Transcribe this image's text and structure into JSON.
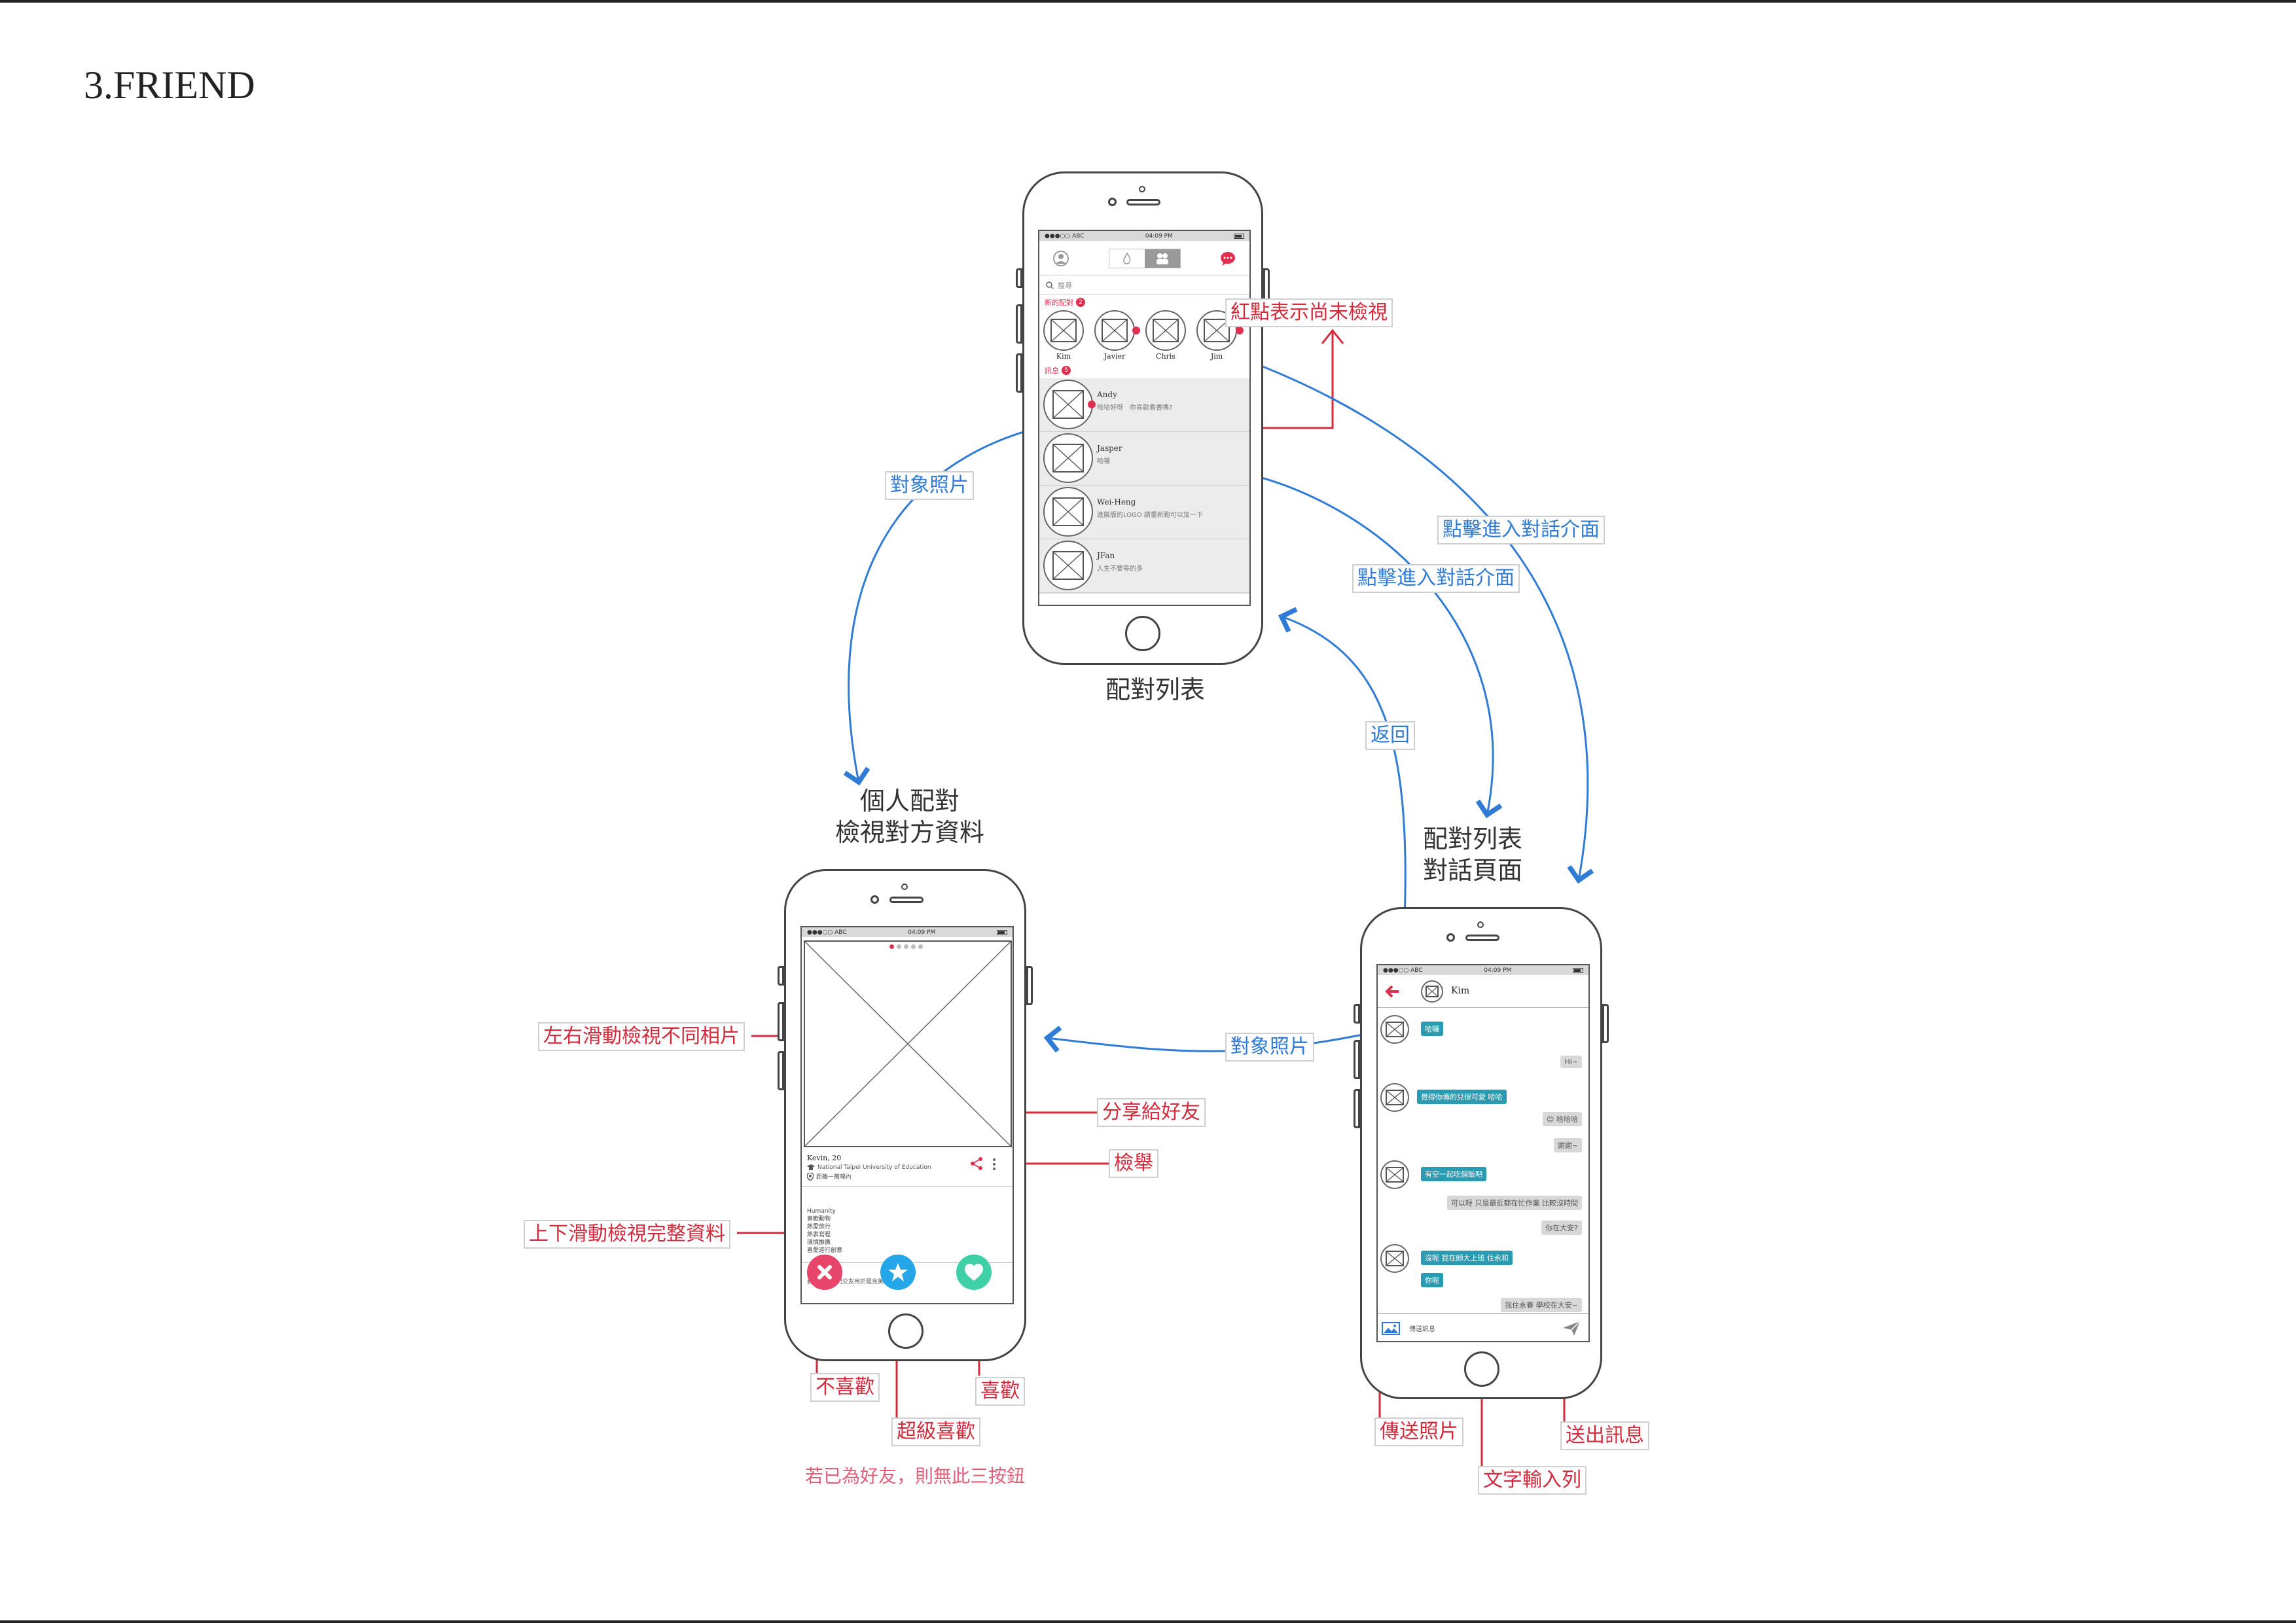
{
  "page_title": "3.FRIEND",
  "status_bar": {
    "carrier": "●●●○○ ABC",
    "time": "04:09 PM"
  },
  "match_list": {
    "caption": "配對列表",
    "search_placeholder": "搜尋",
    "new_matches_label": "新的配對",
    "new_matches_count": "2",
    "new_matches": [
      "Kim",
      "Javier",
      "Chris",
      "Jim"
    ],
    "messages_label": "訊息",
    "messages_count": "5",
    "conversations": [
      {
        "name": "Andy",
        "message": "哈哈好呀　你喜歡看書嗎?"
      },
      {
        "name": "Jasper",
        "message": "哈囉"
      },
      {
        "name": "Wei-Heng",
        "message": "進展版的LOGO 請重新跑可以加一下"
      },
      {
        "name": "JFan",
        "message": "人生不要等的多"
      }
    ]
  },
  "profile_view": {
    "caption_line1": "個人配對",
    "caption_line2": "檢視對方資料",
    "name_age": "Kevin, 20",
    "school": "National Taipei University of Education",
    "distance": "距離一萬哩內",
    "interests": [
      "Humanity",
      "喜歡動物",
      "熱愛旅行",
      "熱衷寫程",
      "環境推廣",
      "喜愛進行創意"
    ],
    "bio": "我擅長用他們交友用於是完美說的等待",
    "buttons": {
      "dislike": "dislike",
      "superlike": "superlike",
      "like": "like"
    }
  },
  "chat": {
    "caption_line1": "配對列表",
    "caption_line2": "對話頁面",
    "contact_name": "Kim",
    "messages": [
      {
        "side": "left",
        "text": "哈囉"
      },
      {
        "side": "right",
        "text": "Hi~"
      },
      {
        "side": "left",
        "text": "覺得你傳的兒很可愛 哈哈"
      },
      {
        "side": "right",
        "text": "😊 哈哈哈"
      },
      {
        "side": "right",
        "text": "謝謝~"
      },
      {
        "side": "left",
        "text": "有空一起吃個飯吧"
      },
      {
        "side": "right",
        "text": "可以呀 只是最近都在忙作業 比較沒時間"
      },
      {
        "side": "right",
        "text": "你在大安?"
      },
      {
        "side": "left",
        "text": "沒呢 我在師大上班 住永和"
      },
      {
        "side": "left",
        "text": "你呢"
      },
      {
        "side": "right",
        "text": "我住永春 學校在大安~"
      }
    ],
    "input_placeholder": "傳送訊息"
  },
  "annotations": {
    "red_dot_unviewed": "紅點表示尚未檢視",
    "target_photo_1": "對象照片",
    "enter_chat_1": "點擊進入對話介面",
    "enter_chat_2": "點擊進入對話介面",
    "back": "返回",
    "target_photo_2": "對象照片",
    "swipe_photos": "左右滑動檢視不同相片",
    "share_friend": "分享給好友",
    "report": "檢舉",
    "scroll_profile": "上下滑動檢視完整資料",
    "dislike": "不喜歡",
    "superlike": "超級喜歡",
    "like": "喜歡",
    "no_buttons_note": "若已為好友，則無此三按鈕",
    "send_photo": "傳送照片",
    "text_input": "文字輸入列",
    "send_message": "送出訊息"
  },
  "colors": {
    "red": "#d42a3c",
    "blue": "#2f7bd6",
    "teal": "#2a9bb0",
    "dislike": "#e8456b",
    "superlike": "#25a6e8",
    "like": "#3fd0a8"
  }
}
